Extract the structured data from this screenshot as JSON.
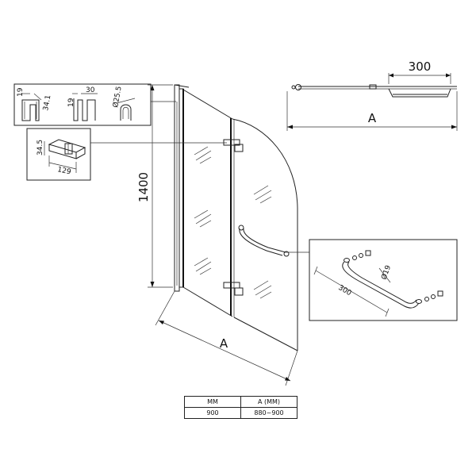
{
  "main_view": {
    "height_label": "1400",
    "width_label": "A"
  },
  "top_view": {
    "width_label": "300",
    "overall_label": "A"
  },
  "profile_detail": {
    "labels": [
      "19",
      "34.1",
      "19",
      "30",
      "Ø25.5"
    ]
  },
  "hinge_detail": {
    "labels": [
      "34.5",
      "129"
    ]
  },
  "handle_detail": {
    "length_label": "300",
    "diameter_label": "Ø19"
  },
  "spec_table": {
    "headers": [
      "MM",
      "A (MM)"
    ],
    "rows": [
      [
        "900",
        "880~900"
      ]
    ]
  }
}
